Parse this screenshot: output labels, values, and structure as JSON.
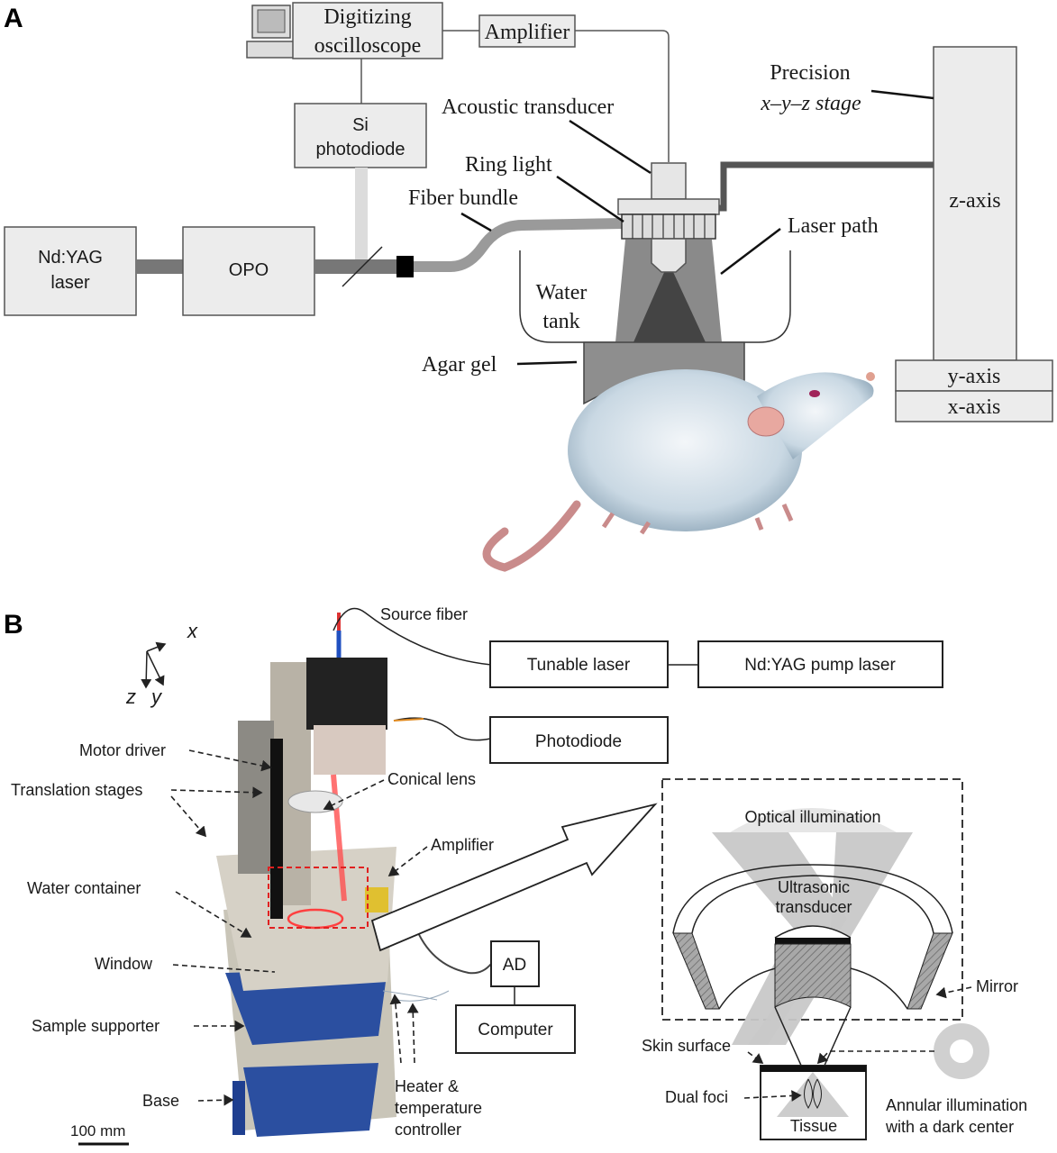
{
  "panelA": {
    "label": "A",
    "boxes": {
      "oscilloscope": [
        "Digitizing",
        "oscilloscope"
      ],
      "amplifier": "Amplifier",
      "photodiode": [
        "Si",
        "photodiode"
      ],
      "ndyag": [
        "Nd:YAG",
        "laser"
      ],
      "opo": "OPO",
      "z_axis": "z-axis",
      "y_axis": "y-axis",
      "x_axis": "x-axis"
    },
    "labels": {
      "acoustic_transducer": "Acoustic transducer",
      "ring_light": "Ring light",
      "fiber_bundle": "Fiber bundle",
      "precision_stage": [
        "Precision",
        "x–y–z stage"
      ],
      "laser_path": "Laser path",
      "water_tank": [
        "Water",
        "tank"
      ],
      "agar_gel": "Agar gel"
    }
  },
  "panelB": {
    "label": "B",
    "axes": {
      "x": "x",
      "y": "y",
      "z": "z"
    },
    "boxes": {
      "tunable_laser": "Tunable laser",
      "pump_laser": "Nd:YAG pump laser",
      "photodiode": "Photodiode",
      "ad": "AD",
      "computer": "Computer"
    },
    "labels": {
      "source_fiber": "Source fiber",
      "motor_driver": "Motor driver",
      "translation_stages": "Translation stages",
      "conical_lens": "Conical lens",
      "amplifier": "Amplifier",
      "water_container": "Water container",
      "window": "Window",
      "sample_supporter": "Sample supporter",
      "base": "Base",
      "heater": [
        "Heater &",
        "temperature",
        "controller"
      ],
      "scale_bar": "100 mm"
    },
    "inset": {
      "optical_illumination": "Optical illumination",
      "ultrasonic_transducer": [
        "Ultrasonic",
        "transducer"
      ],
      "mirror": "Mirror",
      "skin_surface": "Skin surface",
      "dual_foci": "Dual foci",
      "tissue": "Tissue",
      "annular": [
        "Annular illumination",
        "with a dark center"
      ]
    }
  }
}
